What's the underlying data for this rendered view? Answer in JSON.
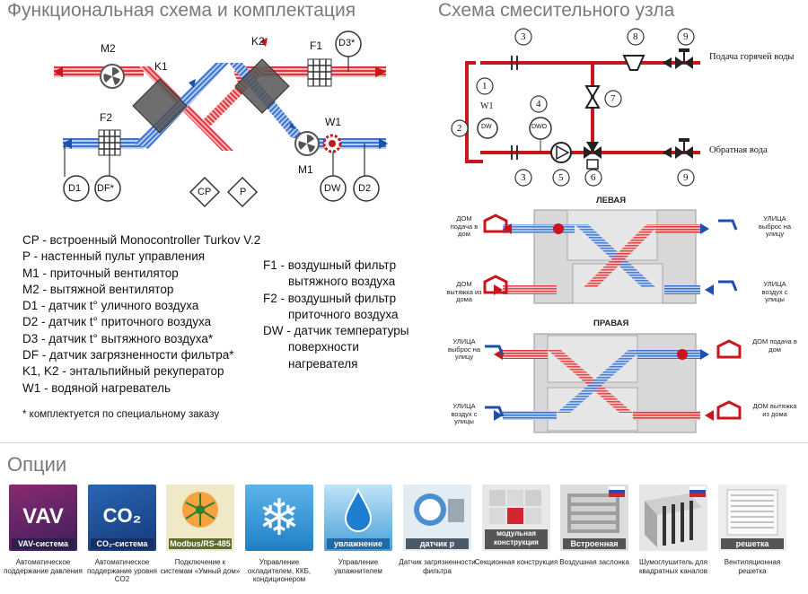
{
  "titles": {
    "left": "Функциональная схема и комплектация",
    "right": "Схема смесительного узла",
    "options": "Опции"
  },
  "schema_left": {
    "labels": {
      "m2": "M2",
      "k1": "K1",
      "k2": "K2",
      "f1": "F1",
      "d3": "D3*",
      "f2": "F2",
      "w1": "W1",
      "m1": "M1",
      "d1": "D1",
      "df": "DF*",
      "cp": "CP",
      "p": "P",
      "dw": "DW",
      "d2": "D2"
    }
  },
  "legend_left": [
    "CP - встроенный Monocontroller Turkov V.2",
    "P - настенный пульт управления",
    "M1 - приточный вентилятор",
    "M2 - вытяжной вентилятор",
    "D1 - датчик t° уличного воздуха",
    "D2 - датчик t° приточного воздуха",
    "D3 - датчик t° вытяжного воздуха*",
    "DF - датчик загрязненности фильтра*",
    "K1, K2 - энтальпийный рекуператор",
    "W1 - водяной нагреватель"
  ],
  "legend_right": [
    "F1 - воздушный фильтр",
    "вытяжного воздуха",
    "F2 - воздушный фильтр",
    "приточного воздуха",
    "DW - датчик температуры",
    "поверхности",
    "нагревателя"
  ],
  "footnote": "* комплектуется по специальному заказу",
  "mixing": {
    "numbers": {
      "n1": "1",
      "n2": "2",
      "n3a": "3",
      "n3b": "3",
      "n4": "4",
      "n5": "5",
      "n6": "6",
      "n7": "7",
      "n8": "8",
      "n9a": "9",
      "n9b": "9"
    },
    "w1": "W1",
    "dw": "DW",
    "dwo": "DWO",
    "hot_supply": "Подача горячей воды",
    "return": "Обратная вода"
  },
  "variants": {
    "left_title": "ЛЕВАЯ",
    "right_title": "ПРАВАЯ",
    "left": {
      "tl": "ДОМ подача в дом",
      "tr": "УЛИЦА выброс на улицу",
      "bl": "ДОМ вытяжка из дома",
      "br": "УЛИЦА воздух с улицы"
    },
    "right": {
      "tl": "УЛИЦА выброс на улицу",
      "tr": "ДОМ подача в дом",
      "bl": "УЛИЦА воздух с улицы",
      "br": "ДОМ вытяжка из дома"
    }
  },
  "options": [
    {
      "tile": "VAV",
      "label": "VAV-система",
      "caption": "Автоматическое поддержание давления"
    },
    {
      "tile": "CO₂",
      "label": "CO₂-система",
      "caption": "Автоматическое поддержание уровня CO2"
    },
    {
      "tile": "",
      "label": "Modbus/RS-485",
      "caption": "Подключение к системам «Умный дом»"
    },
    {
      "tile": "",
      "label": "",
      "caption": "Управление охладителем, ККБ, кондиционером"
    },
    {
      "tile": "",
      "label": "увлажнение",
      "caption": "Управление увлажнителем"
    },
    {
      "tile": "",
      "label": "датчик р",
      "caption": "Датчик загрязненности фильтра"
    },
    {
      "tile": "",
      "label": "модульная конструкция",
      "caption": "Секционная конструкция"
    },
    {
      "tile": "",
      "label": "Встроенная",
      "caption": "Воздушная заслонка"
    },
    {
      "tile": "",
      "label": "",
      "caption": "Шумоглушитель для квадратных каналов"
    },
    {
      "tile": "",
      "label": "решетка",
      "caption": "Вентиляционная решетка"
    }
  ],
  "colors": {
    "red": "#d9252b",
    "blue": "#2f66c3",
    "pipe": "#c8161d",
    "grey": "#7a7a7a"
  }
}
